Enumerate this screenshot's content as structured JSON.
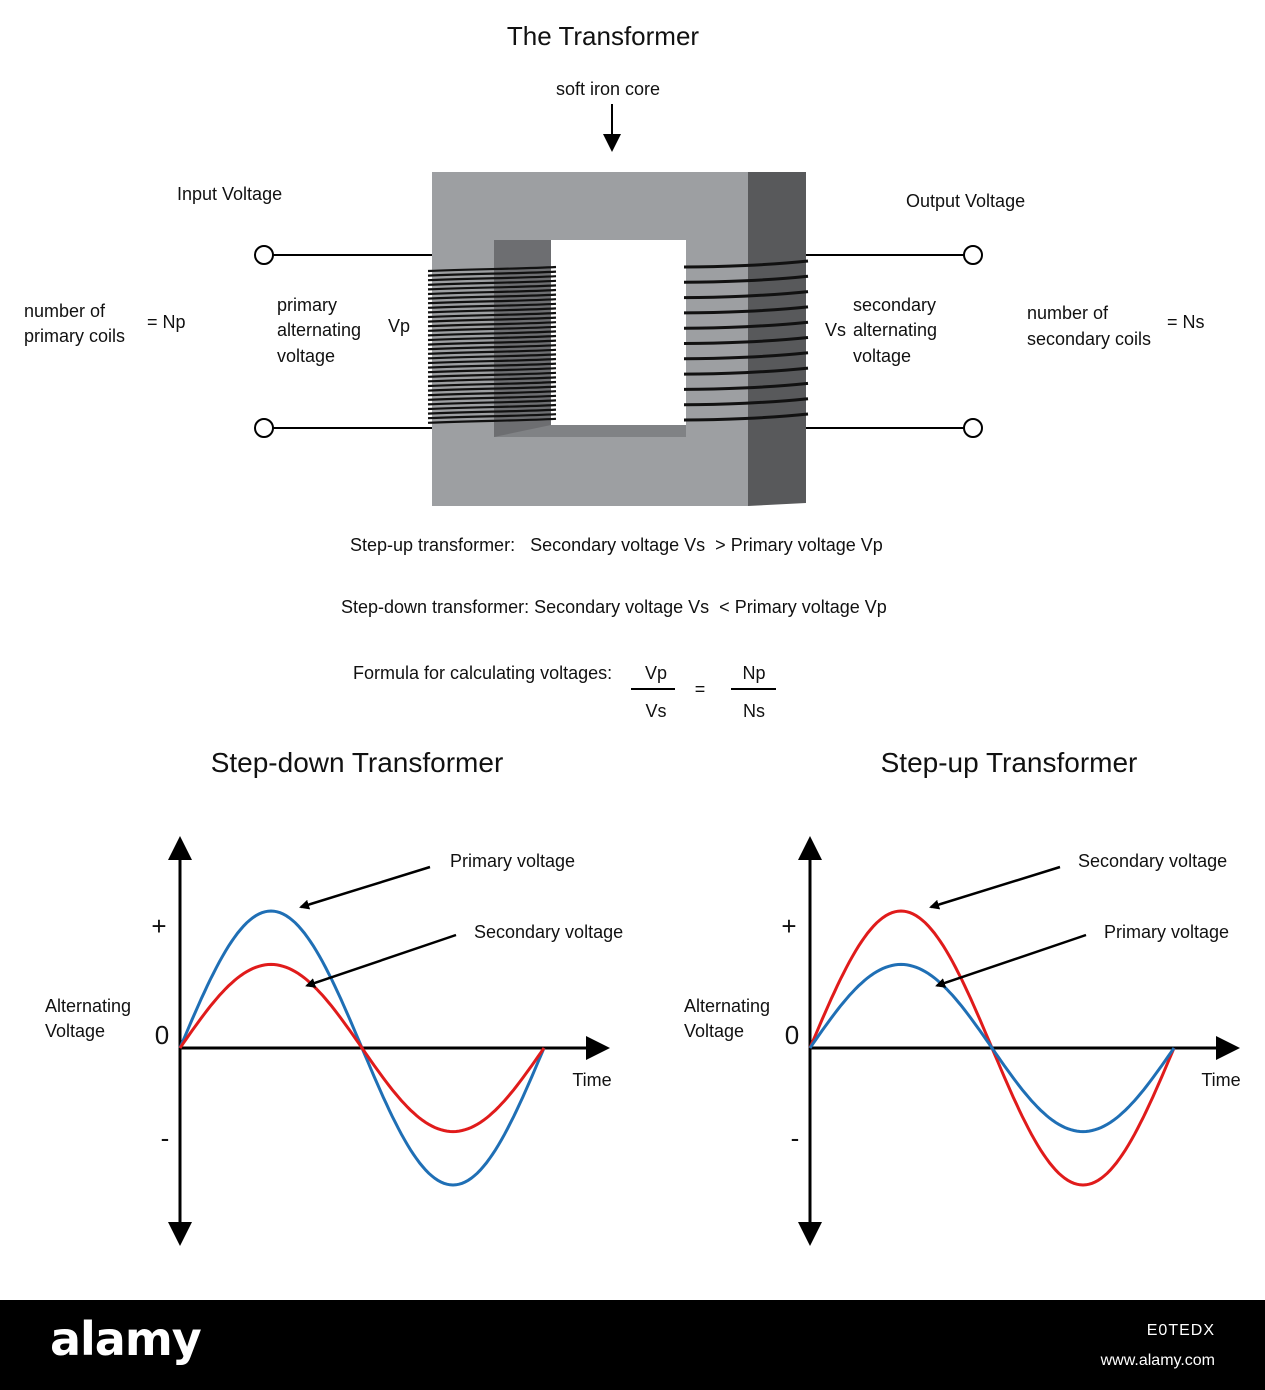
{
  "title": "The Transformer",
  "core_label": "soft iron core",
  "input": {
    "label": "Input Voltage",
    "coil_count": [
      "number of",
      "primary coils"
    ],
    "coil_eq": "= Np",
    "voltage_desc": [
      "primary",
      "alternating",
      "voltage"
    ],
    "symbol": "Vp"
  },
  "output": {
    "label": "Output Voltage",
    "coil_count": [
      "number of",
      "secondary coils"
    ],
    "coil_eq": "= Ns",
    "voltage_desc": [
      "secondary",
      "alternating",
      "voltage"
    ],
    "symbol": "Vs"
  },
  "statements": {
    "step_up": "Step-up transformer:   Secondary voltage Vs  > Primary voltage Vp",
    "step_down": "Step-down transformer: Secondary voltage Vs  < Primary voltage Vp"
  },
  "formula": {
    "label": "Formula for calculating voltages:",
    "num_left": "Vp",
    "den_left": "Vs",
    "equals": "=",
    "num_right": "Np",
    "den_right": "Ns"
  },
  "colors": {
    "primary": "#1f6fb5",
    "secondary": "#e01b1b",
    "core_front": "#9d9fa2",
    "core_dark": "#58595b"
  },
  "charts": [
    {
      "title": "Step-down Transformer",
      "y_plus": "+",
      "y_zero": "0",
      "y_minus": "-",
      "y_label": [
        "Alternating",
        "Voltage"
      ],
      "x_label": "Time",
      "labels": [
        {
          "text": "Primary voltage",
          "points_to": "primary"
        },
        {
          "text": "Secondary voltage",
          "points_to": "secondary"
        }
      ],
      "series": [
        {
          "name": "primary",
          "amplitude": 1.0,
          "color": "#1f6fb5"
        },
        {
          "name": "secondary",
          "amplitude": 0.61,
          "color": "#e01b1b"
        }
      ]
    },
    {
      "title": "Step-up Transformer",
      "y_plus": "+",
      "y_zero": "0",
      "y_minus": "-",
      "y_label": [
        "Alternating",
        "Voltage"
      ],
      "x_label": "Time",
      "labels": [
        {
          "text": "Secondary voltage",
          "points_to": "secondary"
        },
        {
          "text": "Primary voltage",
          "points_to": "primary"
        }
      ],
      "series": [
        {
          "name": "secondary",
          "amplitude": 1.0,
          "color": "#e01b1b"
        },
        {
          "name": "primary",
          "amplitude": 0.61,
          "color": "#1f6fb5"
        }
      ]
    }
  ],
  "footer": {
    "logo": "alamy",
    "image_id": "E0TEDX",
    "site": "www.alamy.com"
  }
}
